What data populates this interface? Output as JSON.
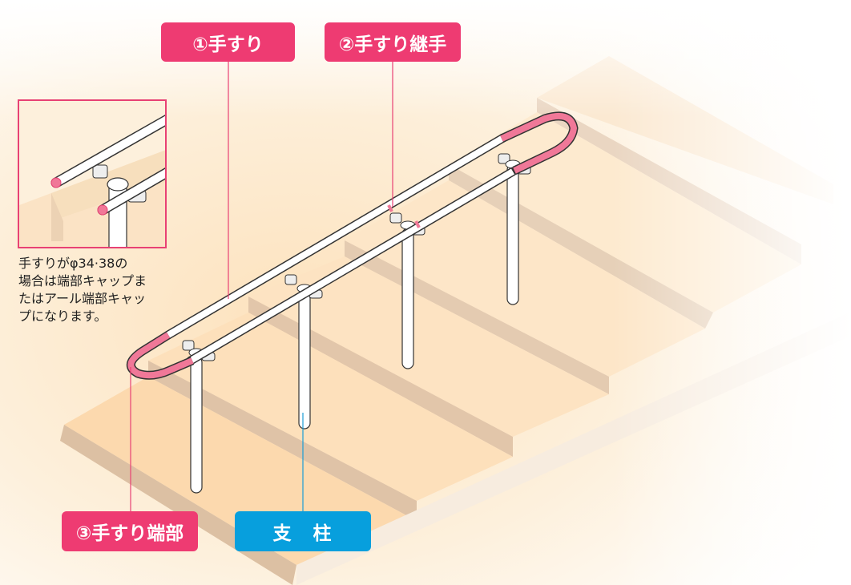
{
  "diagram": {
    "subject": "handrail-installation-on-stairs",
    "colors": {
      "label_pink": "#ee3b72",
      "label_blue": "#079fdd",
      "end_cap_pink": "#f07898",
      "step_top": "#fde3bf",
      "step_riser": "#e2c8ac",
      "rail": "#ffffff",
      "outline": "#333333"
    },
    "labels": [
      {
        "id": "handrail",
        "text": "①手すり",
        "color": "pink"
      },
      {
        "id": "handrail-joint",
        "text": "②手すり継手",
        "color": "pink"
      },
      {
        "id": "handrail-end",
        "text": "③手すり端部",
        "color": "pink"
      },
      {
        "id": "post",
        "text": "支　柱",
        "color": "blue"
      }
    ],
    "inset": {
      "caption": "手すりがφ34·38の場合は端部キャップまたはアール端部キャップになります。",
      "caption_lines": [
        "手すりがφ34·38の",
        "場合は端部キャップま",
        "たはアール端部キャッ",
        "プになります。"
      ]
    }
  }
}
